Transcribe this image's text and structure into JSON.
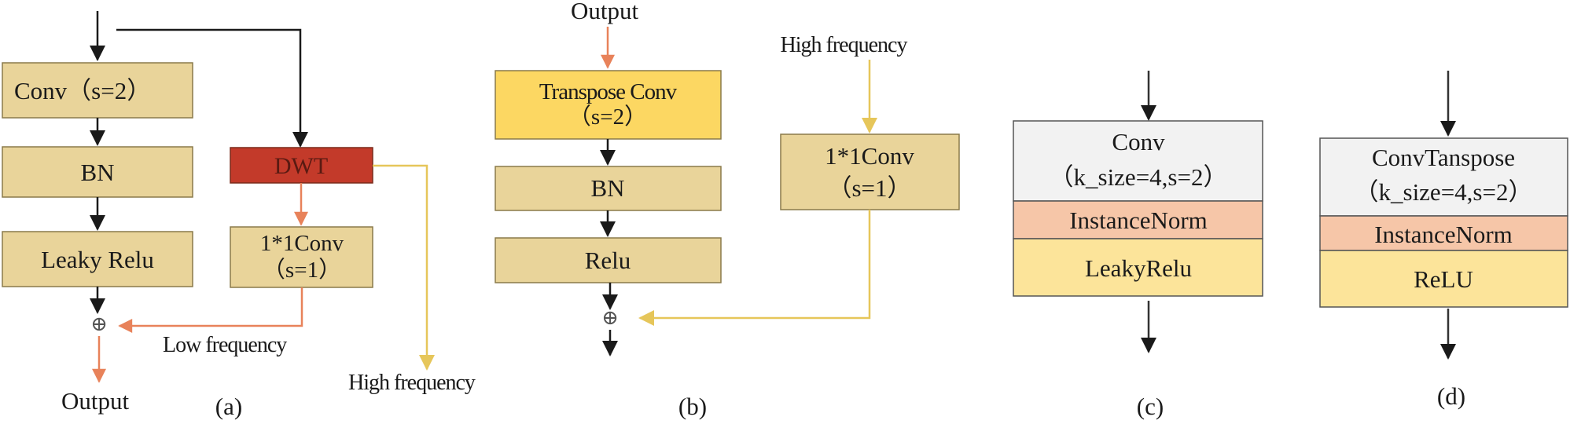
{
  "colors": {
    "tan": "#E9D49A",
    "tan_stroke": "#7a6a3a",
    "dwt_red": "#C33A2A",
    "dwt_text": "#5a1a12",
    "gold": "#FCD762",
    "light_yellow": "#FCE49A",
    "gray": "#F2F2F2",
    "peach": "#F6C6A8",
    "arrow_black": "#1a1a1a",
    "arrow_orange": "#E8825A",
    "arrow_yellow": "#E6C65A",
    "text": "#1a1a1a"
  },
  "panel_a": {
    "conv": "Conv（s=2）",
    "bn": "BN",
    "leaky_relu": "Leaky Relu",
    "dwt": "DWT",
    "conv1x1_line1": "1*1Conv",
    "conv1x1_line2": "（s=1）",
    "plus_symbol": "⊕",
    "low_frequency": "Low frequency",
    "high_frequency": "High frequency",
    "output": "Output",
    "caption": "(a)"
  },
  "panel_b": {
    "output": "Output",
    "transpose_line1": "Transpose Conv",
    "transpose_line2": "（s=2）",
    "bn": "BN",
    "relu": "Relu",
    "high_frequency": "High frequency",
    "conv1x1_line1": "1*1Conv",
    "conv1x1_line2": "（s=1）",
    "plus_symbol": "⊕",
    "caption": "(b)"
  },
  "panel_c": {
    "conv": "Conv",
    "params": "（k_size=4,s=2）",
    "norm": "InstanceNorm",
    "act": "LeakyRelu",
    "caption": "(c)"
  },
  "panel_d": {
    "conv": "ConvTanspose",
    "params": "（k_size=4,s=2）",
    "norm": "InstanceNorm",
    "act": "ReLU",
    "caption": "(d)"
  }
}
